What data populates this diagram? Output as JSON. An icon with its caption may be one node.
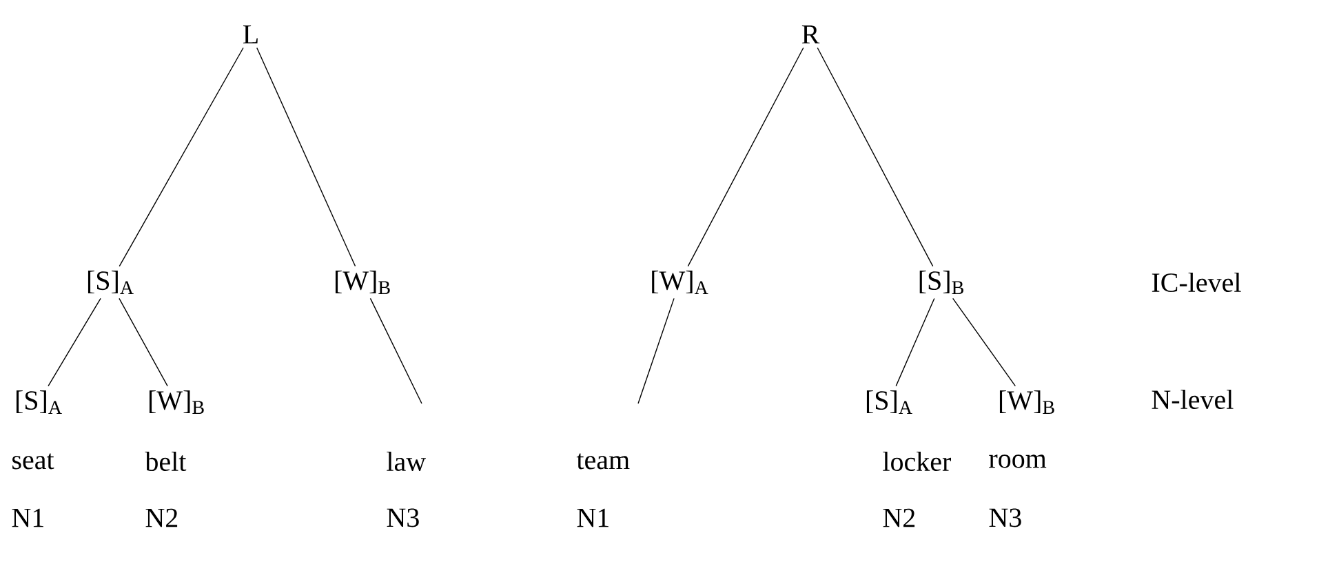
{
  "diagram": {
    "nodes": [
      {
        "text": [
          "L"
        ]
      },
      {
        "text": [
          "[S]$_{A}$"
        ]
      },
      {
        "text": [
          "[W]$_{B}$"
        ]
      },
      {
        "text": [
          "[S]$_{A}$"
        ]
      },
      {
        "text": [
          "[W]$_{B}$"
        ]
      },
      {
        "text": [
          "R"
        ]
      },
      {
        "text": [
          "[W]$_{A}$"
        ]
      },
      {
        "text": [
          "[S]$_{B}$"
        ]
      },
      {
        "text": [
          "[S]$_{A}$"
        ]
      },
      {
        "text": [
          "[W]$_{B}$"
        ]
      }
    ],
    "edges": [
      {
        "from": 0,
        "to": 1,
        "arrow": "none"
      },
      {
        "from": 0,
        "to": 2,
        "arrow": "none"
      },
      {
        "from": 1,
        "to": 3,
        "arrow": "none"
      },
      {
        "from": 1,
        "to": 4,
        "arrow": "none"
      },
      {
        "from": 2,
        "to": null,
        "arrow": "none"
      },
      {
        "from": 5,
        "to": 6,
        "arrow": "none"
      },
      {
        "from": 5,
        "to": 7,
        "arrow": "none"
      },
      {
        "from": 6,
        "to": null,
        "arrow": "none"
      },
      {
        "from": 7,
        "to": 8,
        "arrow": "none"
      },
      {
        "from": 7,
        "to": 9,
        "arrow": "none"
      }
    ],
    "labels": [
      "IC-level",
      "N-level",
      "seat",
      "belt",
      "law",
      "team",
      "locker",
      "room",
      "N1",
      "N2",
      "N3",
      "N1",
      "N2",
      "N3"
    ]
  }
}
